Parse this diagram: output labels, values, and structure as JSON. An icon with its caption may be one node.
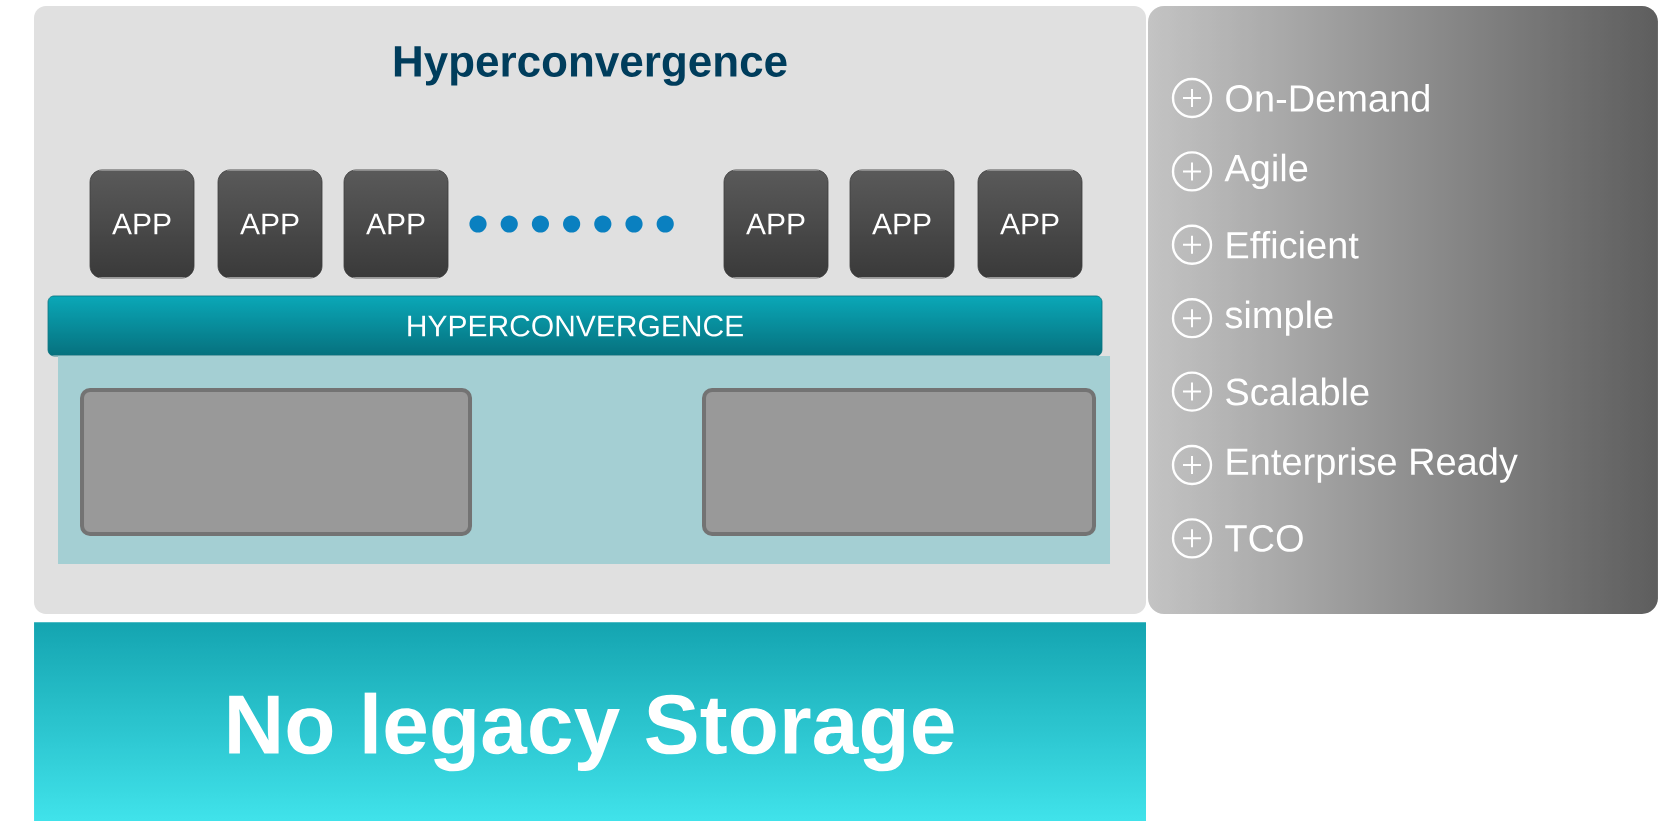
{
  "diagram": {
    "nodes": [
      {
        "text": [
          "Hyperconvergence"
        ]
      },
      {
        "text": [
          "APP"
        ],
        "in": 0
      },
      {
        "text": [
          "APP"
        ],
        "in": 0
      },
      {
        "text": [
          "APP"
        ],
        "in": 0
      },
      {
        "text": [
          "APP"
        ],
        "in": 0
      },
      {
        "text": [
          "APP"
        ],
        "in": 0
      },
      {
        "text": [
          "APP"
        ],
        "in": 0
      },
      {
        "text": [
          "HYPERCONVERGENCE"
        ],
        "in": 0
      },
      {
        "text": [],
        "shape": "box",
        "in": 0
      },
      {
        "text": [],
        "shape": "box",
        "in": 8
      },
      {
        "text": [],
        "shape": "box",
        "in": 8
      },
      {
        "text": [
          "On-Demand",
          "Agile",
          "Efficient",
          "simple",
          "Scalable",
          "Enterprise Ready",
          "TCO"
        ]
      },
      {
        "text": [
          "No legacy Storage"
        ]
      }
    ]
  }
}
